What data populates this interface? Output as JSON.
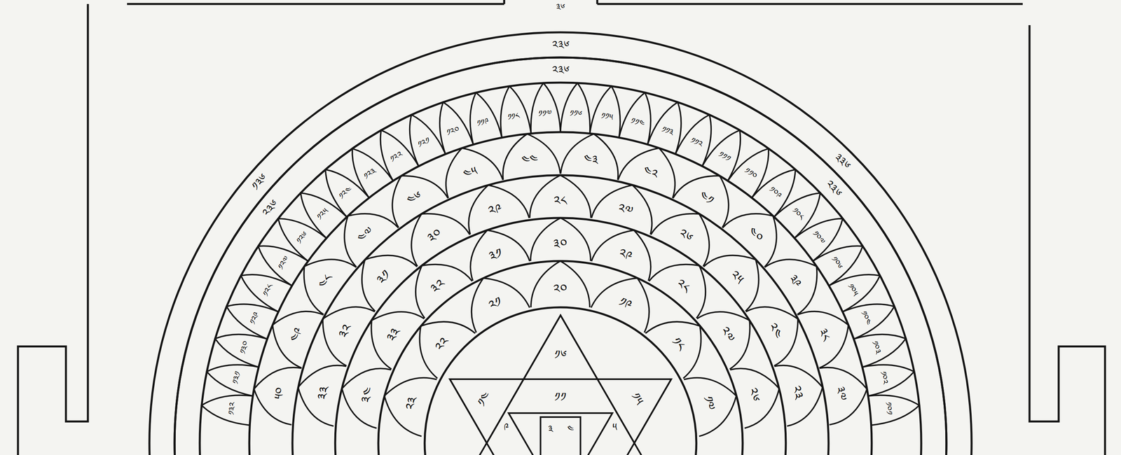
{
  "diagram": {
    "nodes": [
      {
        "text": [
          "༢༣༦",
          "༡༣༦",
          "༣༣༦"
        ]
      },
      {
        "text": [
          "༢༣༦",
          "༢༣༦",
          "༢༣༦"
        ]
      },
      {
        "text": [
          "༡༠༡"
        ]
      },
      {
        "text": [
          "༡༠༢"
        ]
      },
      {
        "text": [
          "༡༠༣"
        ]
      },
      {
        "text": [
          "༡༠༤"
        ]
      },
      {
        "text": [
          "༡༠༥"
        ]
      },
      {
        "text": [
          "༡༠༦"
        ]
      },
      {
        "text": [
          "༡༠༧"
        ]
      },
      {
        "text": [
          "༡༠༨"
        ]
      },
      {
        "text": [
          "༡༠༩"
        ]
      },
      {
        "text": [
          "༡༡༠"
        ]
      },
      {
        "text": [
          "༡༡༡"
        ]
      },
      {
        "text": [
          "༡༡༢"
        ]
      },
      {
        "text": [
          "༡༡༣"
        ]
      },
      {
        "text": [
          "༡༡༤"
        ]
      },
      {
        "text": [
          "༡༡༥"
        ]
      },
      {
        "text": [
          "༡༡༦"
        ]
      },
      {
        "text": [
          "༡༡༧"
        ]
      },
      {
        "text": [
          "༡༡༨"
        ]
      },
      {
        "text": [
          "༡༡༩"
        ]
      },
      {
        "text": [
          "༡༢༠"
        ]
      },
      {
        "text": [
          "༡༢༡"
        ]
      },
      {
        "text": [
          "༡༢༢"
        ]
      },
      {
        "text": [
          "༡༢༣"
        ]
      },
      {
        "text": [
          "༡༢༤"
        ]
      },
      {
        "text": [
          "༡༢༥"
        ]
      },
      {
        "text": [
          "༡༢༦"
        ]
      },
      {
        "text": [
          "༡༢༧"
        ]
      },
      {
        "text": [
          "༡༢༨"
        ]
      },
      {
        "text": [
          "༡༢༩"
        ]
      },
      {
        "text": [
          "༡༣༠"
        ]
      },
      {
        "text": [
          "༡༣༡"
        ]
      },
      {
        "text": [
          "༡༣༢"
        ]
      },
      {
        "text": [
          "༣༧"
        ]
      },
      {
        "text": [
          "༣༨"
        ]
      },
      {
        "text": [
          "༣༩"
        ]
      },
      {
        "text": [
          "༤༠"
        ]
      },
      {
        "text": [
          "༤༡"
        ]
      },
      {
        "text": [
          "༤༢"
        ]
      },
      {
        "text": [
          "༤༣"
        ]
      },
      {
        "text": [
          "༤༤"
        ]
      },
      {
        "text": [
          "༤༥"
        ]
      },
      {
        "text": [
          "༤༦"
        ]
      },
      {
        "text": [
          "༤༧"
        ]
      },
      {
        "text": [
          "༤༨"
        ]
      },
      {
        "text": [
          "༤༩"
        ]
      },
      {
        "text": [
          "༥༠"
        ]
      },
      {
        "text": [
          "༢༣"
        ]
      },
      {
        "text": [
          "༢༤"
        ]
      },
      {
        "text": [
          "༢༥"
        ]
      },
      {
        "text": [
          "༢༦"
        ]
      },
      {
        "text": [
          "༢༧"
        ]
      },
      {
        "text": [
          "༢༨"
        ]
      },
      {
        "text": [
          "༢༩"
        ]
      },
      {
        "text": [
          "༣༠"
        ]
      },
      {
        "text": [
          "༣༡"
        ]
      },
      {
        "text": [
          "༣༢"
        ]
      },
      {
        "text": [
          "༣༣"
        ]
      },
      {
        "text": [
          "༢༦"
        ]
      },
      {
        "text": [
          "༢༧"
        ]
      },
      {
        "text": [
          "༢༨"
        ]
      },
      {
        "text": [
          "༢༩"
        ]
      },
      {
        "text": [
          "༣༠"
        ]
      },
      {
        "text": [
          "༣༡"
        ]
      },
      {
        "text": [
          "༣༢"
        ]
      },
      {
        "text": [
          "༣༣"
        ]
      },
      {
        "text": [
          "༣༤"
        ]
      },
      {
        "text": [
          "༡༧"
        ]
      },
      {
        "text": [
          "༡༨"
        ]
      },
      {
        "text": [
          "༡༩"
        ]
      },
      {
        "text": [
          "༢༠"
        ]
      },
      {
        "text": [
          "༢༡"
        ]
      },
      {
        "text": [
          "༢༢"
        ]
      },
      {
        "text": [
          "༢༣"
        ]
      },
      {
        "text": [
          "༡༥"
        ]
      },
      {
        "text": [
          "༡༦"
        ]
      },
      {
        "text": [
          "༡༤"
        ]
      }
    ],
    "labels": [
      "༣༦",
      "༡༡",
      "༩",
      "༥",
      "༣",
      "༤"
    ]
  }
}
